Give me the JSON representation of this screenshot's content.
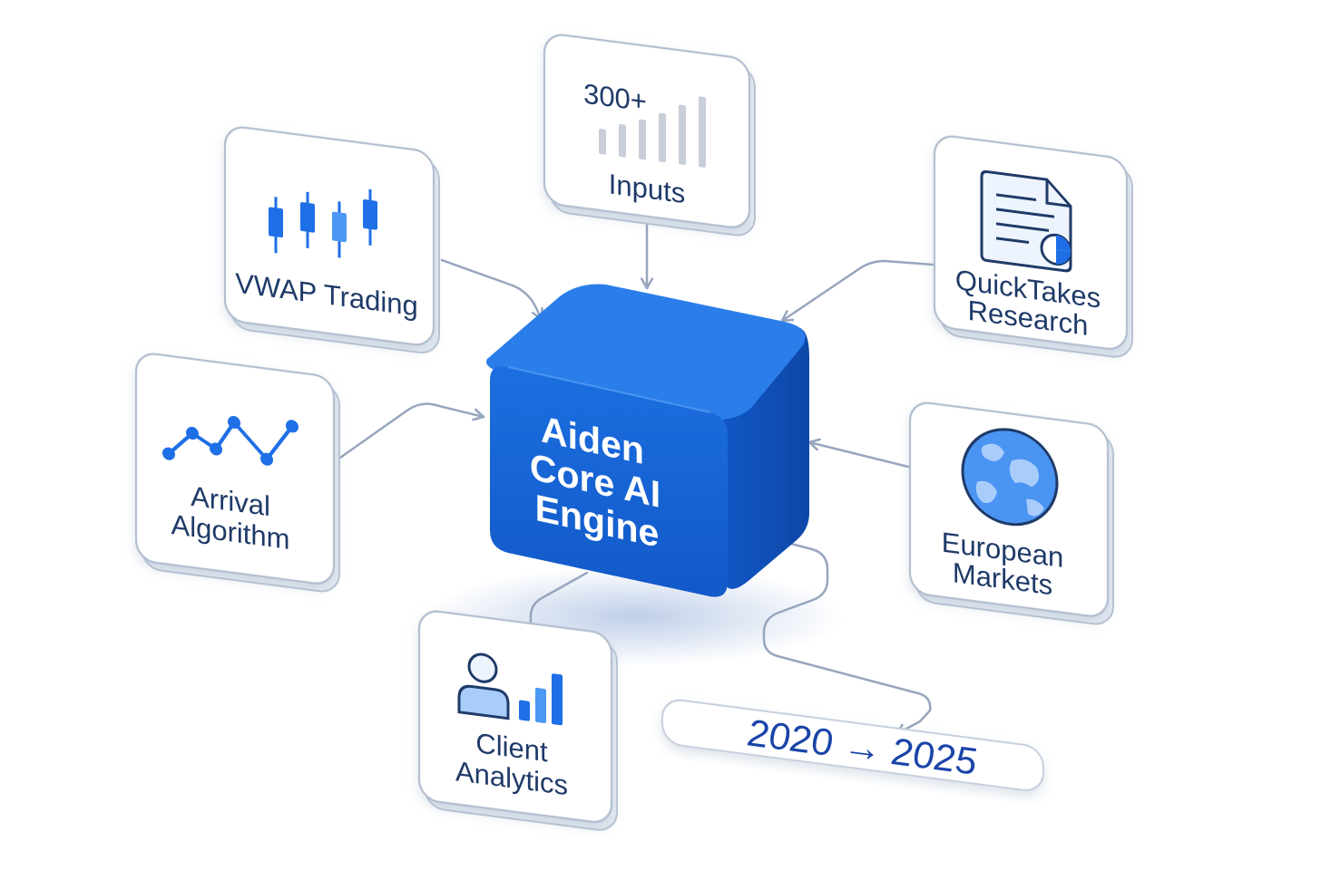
{
  "core": {
    "line1": "Aiden",
    "line2": "Core AI",
    "line3": "Engine"
  },
  "nodes": {
    "inputs": {
      "stat": "300+",
      "label": "Inputs",
      "icon": "bar-chart-icon"
    },
    "vwap": {
      "label": "VWAP Trading",
      "icon": "candlestick-icon"
    },
    "quicktakes": {
      "line1": "QuickTakes",
      "line2": "Research",
      "icon": "report-document-icon"
    },
    "arrival": {
      "line1": "Arrival",
      "line2": "Algorithm",
      "icon": "line-chart-icon"
    },
    "european": {
      "line1": "European",
      "line2": "Markets",
      "icon": "globe-icon"
    },
    "client": {
      "line1": "Client",
      "line2": "Analytics",
      "icon": "user-analytics-icon"
    }
  },
  "timeline": {
    "label": "2020 → 2025"
  },
  "colors": {
    "core_front": "#1565d8",
    "core_top": "#2a7be8",
    "core_side": "#0f4fb8",
    "accent": "#2f80ed",
    "accent_light": "#5aa3f5",
    "text": "#1f3a68",
    "connector": "#97a6bd"
  }
}
